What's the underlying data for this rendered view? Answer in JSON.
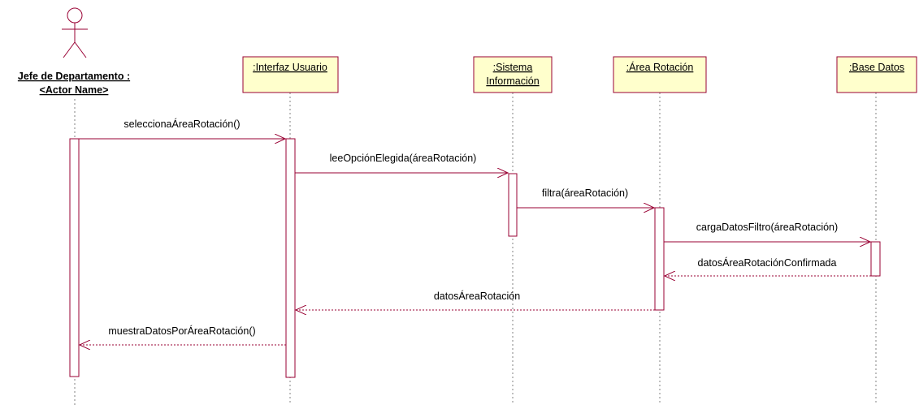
{
  "colors": {
    "box_fill": "#ffffcc",
    "box_stroke": "#990033",
    "line": "#990033",
    "lifeline": "#808080",
    "text": "#000000"
  },
  "actor": {
    "name_line1": "Jefe de Departamento :",
    "name_line2": "<Actor Name>",
    "icon": "stick-figure-actor-icon"
  },
  "objects": [
    {
      "id": "interfaz",
      "lines": [
        ":Interfaz Usuario"
      ]
    },
    {
      "id": "sistema",
      "lines": [
        ":Sistema",
        "Información"
      ]
    },
    {
      "id": "area",
      "lines": [
        ":Área Rotación"
      ]
    },
    {
      "id": "base",
      "lines": [
        ":Base Datos"
      ]
    }
  ],
  "messages": [
    {
      "label": "seleccionaÁreaRotación()",
      "from": "actor",
      "to": "interfaz",
      "kind": "call"
    },
    {
      "label": "leeOpciónElegida(áreaRotación)",
      "from": "interfaz",
      "to": "sistema",
      "kind": "call"
    },
    {
      "label": "filtra(áreaRotación)",
      "from": "sistema",
      "to": "area",
      "kind": "call"
    },
    {
      "label": "cargaDatosFiltro(áreaRotación)",
      "from": "area",
      "to": "base",
      "kind": "call"
    },
    {
      "label": "datosÁreaRotaciónConfirmada",
      "from": "base",
      "to": "area",
      "kind": "return"
    },
    {
      "label": "datosÁreaRotación",
      "from": "area",
      "to": "interfaz",
      "kind": "return"
    },
    {
      "label": "muestraDatosPorÁreaRotación()",
      "from": "interfaz",
      "to": "actor",
      "kind": "return"
    }
  ]
}
